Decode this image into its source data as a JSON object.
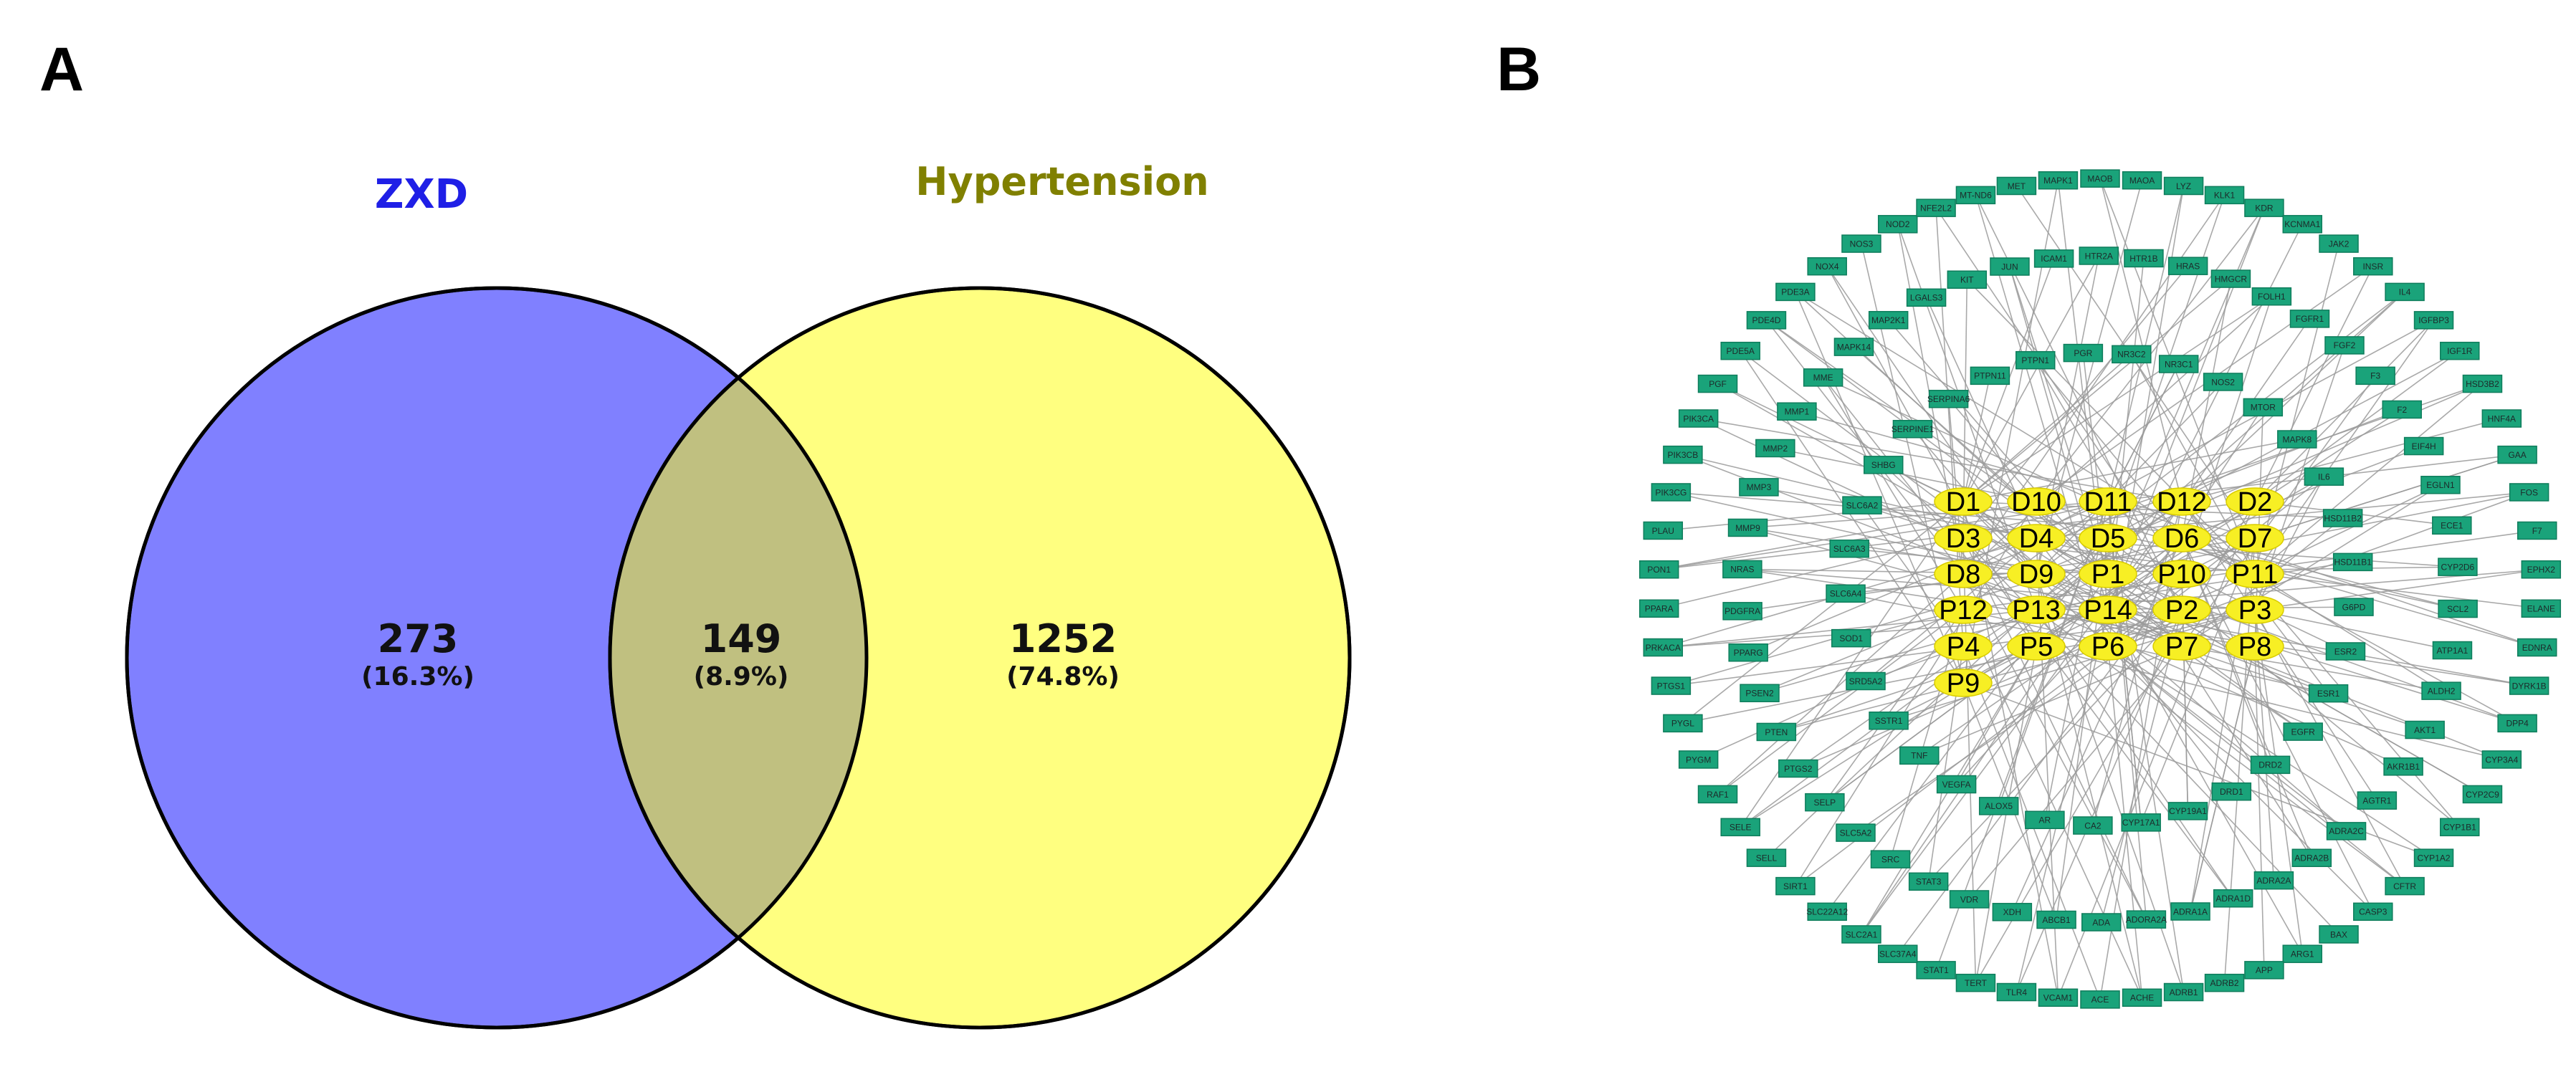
{
  "panels": {
    "a_letter": "A",
    "b_letter": "B"
  },
  "venn": {
    "sets": [
      {
        "name": "ZXD",
        "color": "#8080ff",
        "label_color": "#1f1fe6"
      },
      {
        "name": "Hypertension",
        "color": "#ffff80",
        "label_color": "#808000"
      }
    ],
    "overlap_color": "#c0c080",
    "regions": [
      {
        "id": "zxd-only",
        "count": "273",
        "percent": "(16.3%)"
      },
      {
        "id": "overlap",
        "count": "149",
        "percent": "(8.9%)"
      },
      {
        "id": "hypertension-only",
        "count": "1252",
        "percent": "(74.8%)"
      }
    ]
  },
  "network": {
    "node_color": "#1aa37a",
    "core_color": "#f7ef24",
    "edge_color": "#9b9b9b",
    "core_rows": [
      [
        "D1",
        "D10",
        "D11",
        "D12",
        "D2"
      ],
      [
        "D3",
        "D4",
        "D5",
        "D6",
        "D7"
      ],
      [
        "D8",
        "D9",
        "P1",
        "P10",
        "P11"
      ],
      [
        "P12",
        "P13",
        "P14",
        "P2",
        "P3"
      ],
      [
        "P4",
        "P5",
        "P6",
        "P7",
        "P8"
      ],
      [
        "P9"
      ]
    ],
    "outer_ring": [
      "MAOB",
      "MAOA",
      "LYZ",
      "KLK1",
      "KDR",
      "KCNMA1",
      "JAK2",
      "INSR",
      "IL4",
      "IGFBP3",
      "IGF1R",
      "HSD3B2",
      "HNF4A",
      "GAA",
      "FOS",
      "F7",
      "EPHX2",
      "ELANE",
      "EDNRA",
      "DYRK1B",
      "DPP4",
      "CYP3A4",
      "CYP2C9",
      "CYP1B1",
      "CYP1A2",
      "CFTR",
      "CASP3",
      "BAX",
      "ARG1",
      "APP",
      "ADRB2",
      "ADRB1",
      "ACHE",
      "ACE",
      "VCAM1",
      "TLR4",
      "TERT",
      "STAT1",
      "SLC37A4",
      "SLC2A1",
      "SLC22A12",
      "SIRT1",
      "SELL",
      "SELE",
      "RAF1",
      "PYGM",
      "PYGL",
      "PTGS1",
      "PRKACA",
      "PPARA",
      "PON1",
      "PLAU",
      "PIK3CG",
      "PIK3CB",
      "PIK3CA",
      "PGF",
      "PDE5A",
      "PDE4D",
      "PDE3A",
      "NOX4",
      "NOS3",
      "NOD2",
      "NFE2L2",
      "MT-ND6",
      "MET",
      "MAPK1"
    ],
    "middle_ring": [
      "HTR1B",
      "HRAS",
      "HMGCR",
      "FOLH1",
      "FGFR1",
      "FGF2",
      "F3",
      "F2",
      "EIF4H",
      "EGLN1",
      "ECE1",
      "CYP2D6",
      "SCL2",
      "ATP1A1",
      "ALDH2",
      "AKT1",
      "AKR1B1",
      "AGTR1",
      "ADRA2C",
      "ADRA2B",
      "ADRA2A",
      "ADRA1D",
      "ADRA1A",
      "ADORA2A",
      "ADA",
      "ABCB1",
      "XDH",
      "VDR",
      "STAT3",
      "SRC",
      "SLC5A2",
      "SELP",
      "PTGS2",
      "PTEN",
      "PSEN2",
      "PPARG",
      "PDGFRA",
      "NRAS",
      "MMP9",
      "MMP3",
      "MMP2",
      "MMP1",
      "MME",
      "MAPK14",
      "MAP2K1",
      "LGALS3",
      "KIT",
      "JUN",
      "ICAM1",
      "HTR2A"
    ],
    "inner_ring": [
      "NR3C1",
      "NOS2",
      "MTOR",
      "MAPK8",
      "IL6",
      "HSD11B2",
      "HSD11B1",
      "G6PD",
      "ESR2",
      "ESR1",
      "EGFR",
      "DRD2",
      "DRD1",
      "CYP19A1",
      "CYP17A1",
      "CA2",
      "AR",
      "ALOX5",
      "VEGFA",
      "TNF",
      "SSTR1",
      "SRD5A2",
      "SOD1",
      "SLC6A4",
      "SLC6A3",
      "SLC6A2",
      "SHBG",
      "SERPINE1",
      "SERPINA6",
      "PTPN11",
      "PTPN1",
      "PGR",
      "NR3C2"
    ]
  }
}
